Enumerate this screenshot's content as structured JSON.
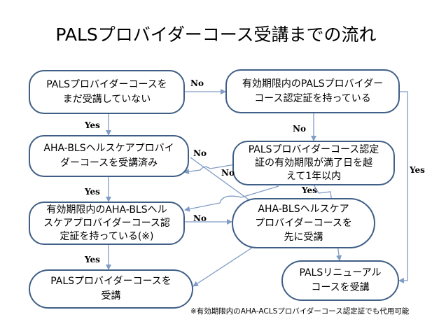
{
  "title": "PALSプロバイダーコース受講までの流れ",
  "boxes": {
    "not_taken": "PALSプロバイダーコースを\nまだ受講していない",
    "aha_bls_done": "AHA-BLSヘルスケアプロバイ\nダーコースを受講済み",
    "valid_aha_bls": "有効期限内のAHA-BLSヘル\nスケアプロバイダーコース認\n定証を持っている(※)",
    "take_pals": "PALSプロバイダーコースを\n受講",
    "valid_pals": "有効期限内のPALSプロバイダー\nコース認定証を持っている",
    "expiry_within_year": "PALSプロバイダーコース認定\n証の有効期限が満了日を越\nえて1年以内",
    "take_aha_bls": "AHA-BLSヘルスケア\nプロバイダーコースを\n先に受講",
    "renewal": "PALSリニューアル\nコースを受講"
  },
  "edge_labels": {
    "no_1": "No",
    "yes_1": "Yes",
    "no_2": "No",
    "yes_2": "Yes",
    "no_3": "No",
    "yes_3": "Yes",
    "no_4": "No",
    "no_5": "No",
    "yes_4": "Yes",
    "yes_5": "Yes"
  },
  "footnote": "※有効期限内のAHA-ACLSプロバイダーコース認定証でも代用可能",
  "colors": {
    "box_border": "#3f5f86",
    "connector": "#7f9cc5"
  }
}
